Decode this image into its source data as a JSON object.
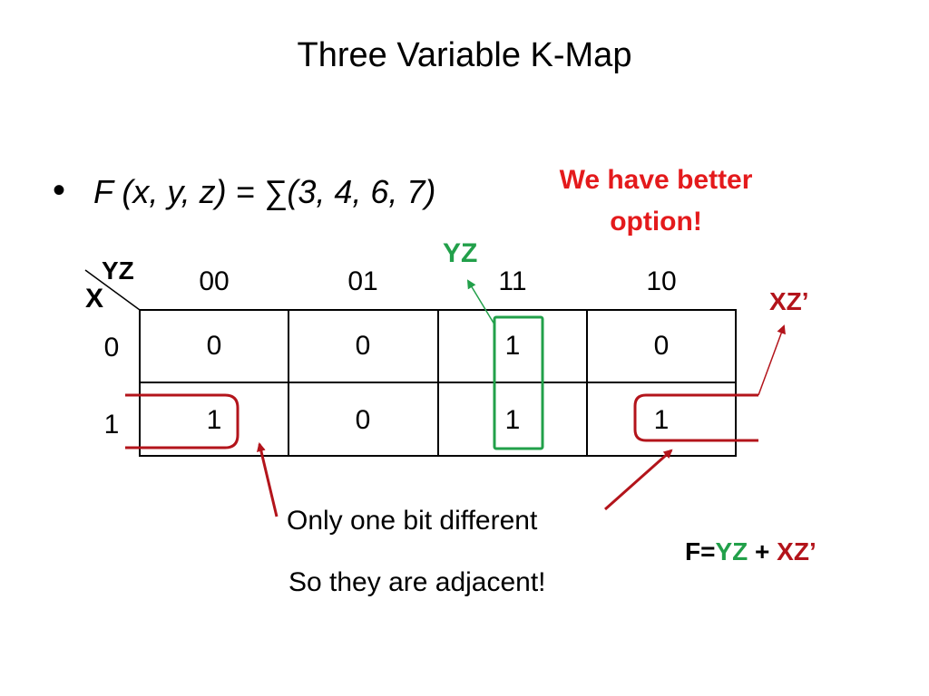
{
  "title": "Three Variable K-Map",
  "bullet": "•",
  "formula": "F (x, y, z) = ∑(3, 4, 6, 7)",
  "note": "We have better option!",
  "kmap": {
    "corner_top": "YZ",
    "corner_left": "X",
    "col_headers": [
      "00",
      "01",
      "11",
      "10"
    ],
    "row_headers": [
      "0",
      "1"
    ],
    "cells": [
      [
        "0",
        "0",
        "1",
        "0"
      ],
      [
        "1",
        "0",
        "1",
        "1"
      ]
    ]
  },
  "group_labels": {
    "yz": "YZ",
    "xz": "XZ’"
  },
  "captions": [
    "Only one bit different",
    "So they are adjacent!"
  ],
  "result": {
    "prefix": "F=",
    "term1": "YZ",
    "plus": " + ",
    "term2": "XZ’"
  },
  "colors": {
    "green": "#22a04a",
    "red": "#b3141b",
    "note_red": "#e41a1c"
  }
}
